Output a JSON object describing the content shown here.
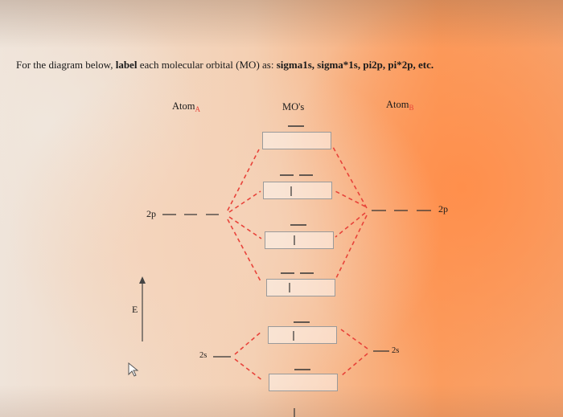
{
  "instruction": {
    "prefix": "For the diagram below, ",
    "bold_label": "label",
    "middle": " each molecular orbital (MO) as: ",
    "bold_examples": "sigma1s, sigma*1s, pi2p, pi*2p, etc."
  },
  "headers": {
    "atom_a": "Atom",
    "atom_a_sub": "A",
    "mos": "MO's",
    "atom_b": "Atom",
    "atom_b_sub": "B"
  },
  "levels": {
    "left_2p": "2p",
    "right_2p": "2p",
    "left_2s": "2s",
    "right_2s": "2s"
  },
  "energy_axis_label": "E",
  "colors": {
    "connector": "#e8433a",
    "subscript": "#e8433a",
    "line": "#333333"
  },
  "icons": [
    "cursor-icon"
  ]
}
